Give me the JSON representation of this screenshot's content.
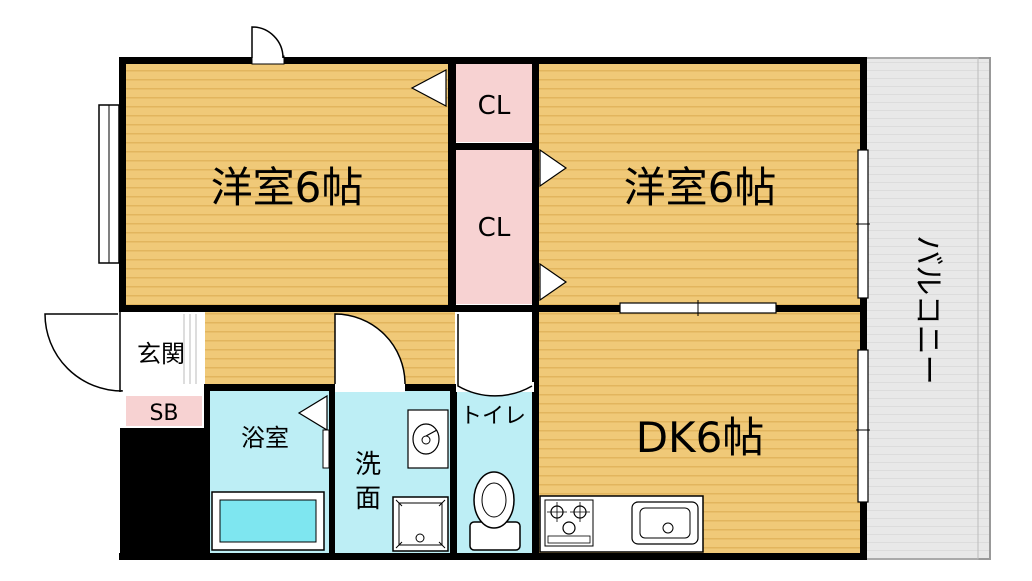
{
  "rooms": {
    "western_room_1": "洋室6帖",
    "western_room_2": "洋室6帖",
    "dk": "DK6帖",
    "closet_1": "CL",
    "closet_2": "CL",
    "entrance": "玄関",
    "shoe_box": "SB",
    "bathroom": "浴室",
    "washroom_line1": "洗",
    "washroom_line2": "面",
    "toilet": "トイレ",
    "balcony": "バルコニー"
  },
  "colors": {
    "floor_wood": "#f0c978",
    "wood_stripe": "#e2b55e",
    "closet": "#f7d2d2",
    "wet_area": "#bdeef5",
    "bath_tub": "#7ee6f0",
    "balcony": "#e6e6e6",
    "wall": "#000000"
  }
}
